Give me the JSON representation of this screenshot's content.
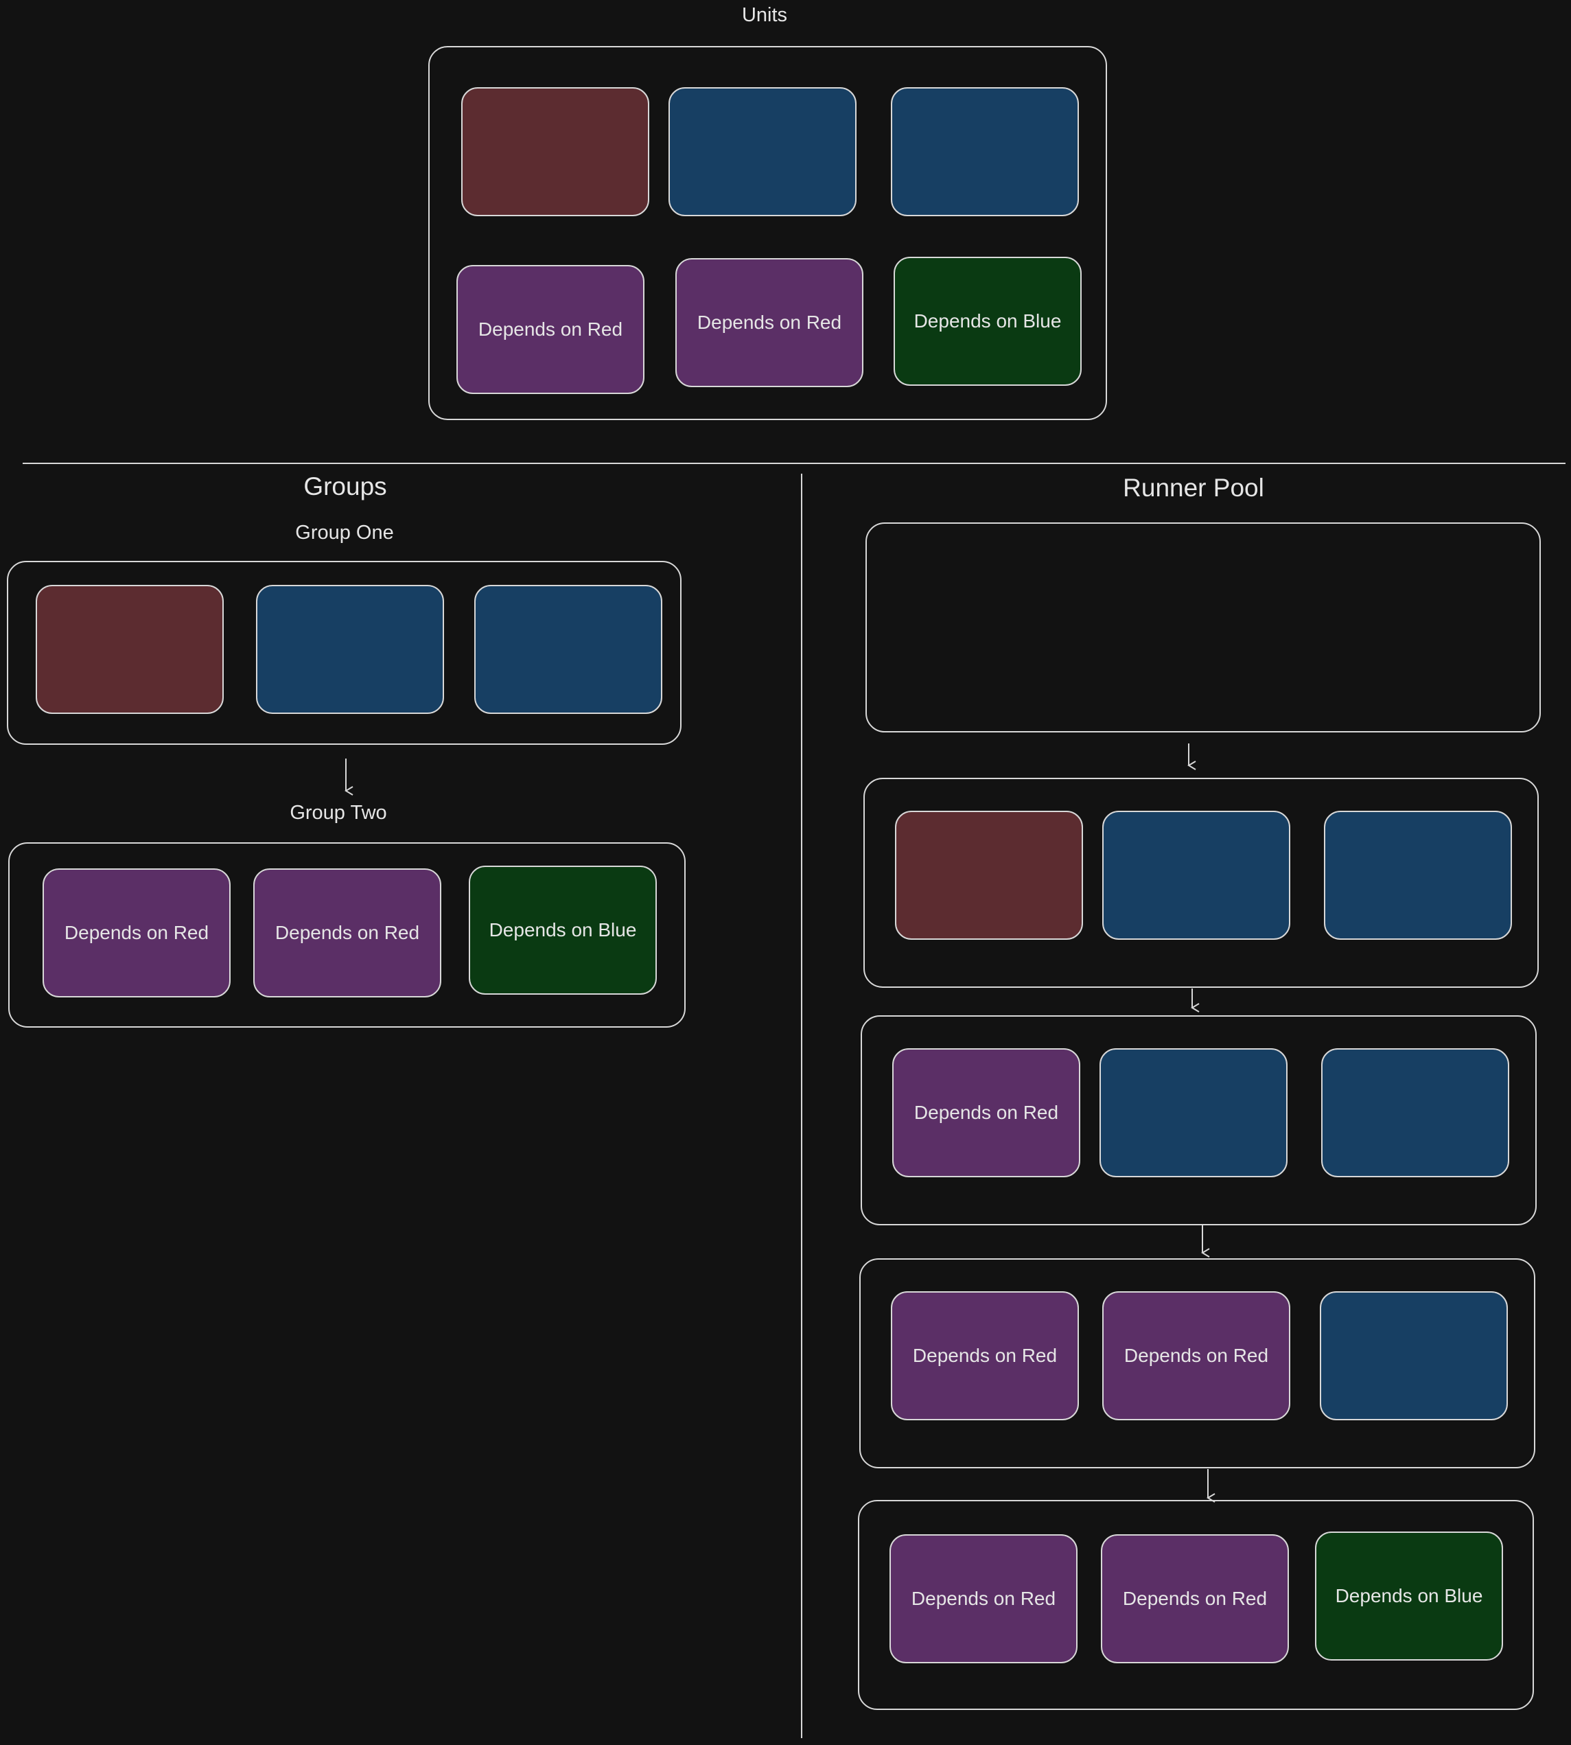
{
  "colors": {
    "background": "#121212",
    "stroke": "#d8d8d8",
    "red_unit": "#5c2c30",
    "blue_unit": "#173f63",
    "purple_unit": "#5b2f66",
    "green_unit": "#0a3a12"
  },
  "units": {
    "title": "Units",
    "tiles": [
      {
        "color": "red",
        "label": ""
      },
      {
        "color": "blue",
        "label": ""
      },
      {
        "color": "blue",
        "label": ""
      },
      {
        "color": "purple",
        "label": "Depends on Red"
      },
      {
        "color": "purple",
        "label": "Depends on Red"
      },
      {
        "color": "green",
        "label": "Depends on Blue"
      }
    ]
  },
  "groups": {
    "title": "Groups",
    "group_one": {
      "title": "Group One",
      "tiles": [
        {
          "color": "red",
          "label": ""
        },
        {
          "color": "blue",
          "label": ""
        },
        {
          "color": "blue",
          "label": ""
        }
      ]
    },
    "group_two": {
      "title": "Group Two",
      "tiles": [
        {
          "color": "purple",
          "label": "Depends on Red"
        },
        {
          "color": "purple",
          "label": "Depends on Red"
        },
        {
          "color": "green",
          "label": "Depends on Blue"
        }
      ]
    }
  },
  "runner_pool": {
    "title": "Runner Pool",
    "stages": [
      {
        "tiles": []
      },
      {
        "tiles": [
          {
            "color": "red",
            "label": ""
          },
          {
            "color": "blue",
            "label": ""
          },
          {
            "color": "blue",
            "label": ""
          }
        ]
      },
      {
        "tiles": [
          {
            "color": "purple",
            "label": "Depends on Red"
          },
          {
            "color": "blue",
            "label": ""
          },
          {
            "color": "blue",
            "label": ""
          }
        ]
      },
      {
        "tiles": [
          {
            "color": "purple",
            "label": "Depends on Red"
          },
          {
            "color": "purple",
            "label": "Depends on Red"
          },
          {
            "color": "blue",
            "label": ""
          }
        ]
      },
      {
        "tiles": [
          {
            "color": "purple",
            "label": "Depends on Red"
          },
          {
            "color": "purple",
            "label": "Depends on Red"
          },
          {
            "color": "green",
            "label": "Depends on Blue"
          }
        ]
      }
    ]
  }
}
